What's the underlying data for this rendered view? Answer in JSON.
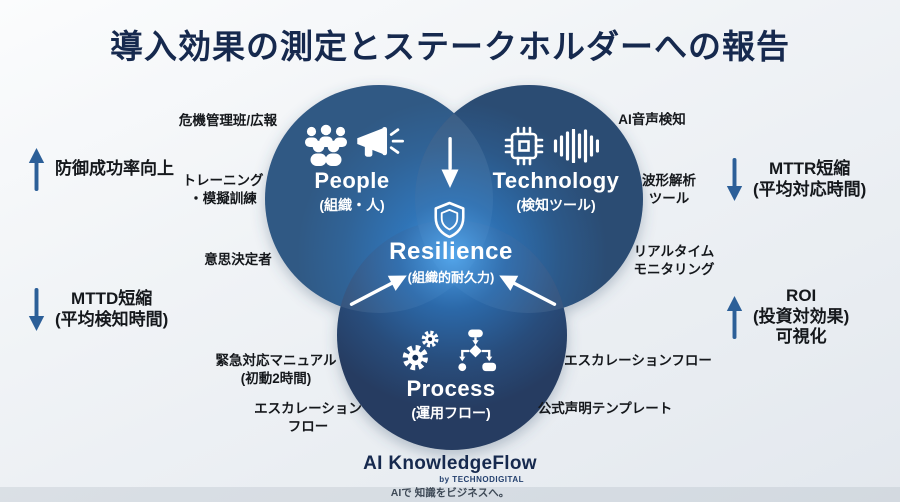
{
  "title": "導入効果の測定とステークホルダーへの報告",
  "venn": {
    "people": {
      "label": "People",
      "sublabel": "(組織・人)",
      "icons": [
        "people-group",
        "megaphone"
      ]
    },
    "technology": {
      "label": "Technology",
      "sublabel": "(検知ツール)",
      "icons": [
        "chip",
        "audio-waveform"
      ]
    },
    "process": {
      "label": "Process",
      "sublabel": "(運用フロー)",
      "icons": [
        "gears",
        "flowchart"
      ]
    },
    "resilience": {
      "label": "Resilience",
      "sublabel": "(組織的耐久力)",
      "icons": [
        "shield"
      ]
    },
    "flow_arrows": [
      "arrow-down-to-center",
      "arrow-up-right-to-center",
      "arrow-up-left-to-center"
    ]
  },
  "annotations": {
    "crisis_team": "危機管理班/広報",
    "training": "トレーニング\n・模擬訓練",
    "decision_maker": "意思決定者",
    "emergency_manual": "緊急対応マニュアル\n(初動2時間)",
    "escalation_left": "エスカレーション\nフロー",
    "ai_voice": "AI音声検知",
    "waveform_tool": "波形解析\nツール",
    "realtime_monitoring": "リアルタイム\nモニタリング",
    "escalation_right": "エスカレーションフロー",
    "official_statement": "公式声明テンプレート"
  },
  "metrics": {
    "defense": {
      "direction": "up",
      "text": "防御成功率向上"
    },
    "mttd": {
      "direction": "down",
      "text": "MTTD短縮\n(平均検知時間)"
    },
    "mttr": {
      "direction": "down",
      "text": "MTTR短縮\n(平均対応時間)"
    },
    "roi": {
      "direction": "up",
      "text": "ROI\n(投資対効果)\n可視化"
    }
  },
  "footer": {
    "brand": "AI KnowledgeFlow",
    "byline": "by TECHNODIGITAL",
    "tagline": "AIで 知識をビジネスへ。"
  },
  "colors": {
    "title": "#16294e",
    "people_circle": "#1f4878",
    "technology_circle": "#163a66",
    "process_circle": "#132e55",
    "glow": "#2f86d8",
    "metric_arrow": "#2c5f98",
    "label_text": "#15181c",
    "brand": "#16294e"
  }
}
